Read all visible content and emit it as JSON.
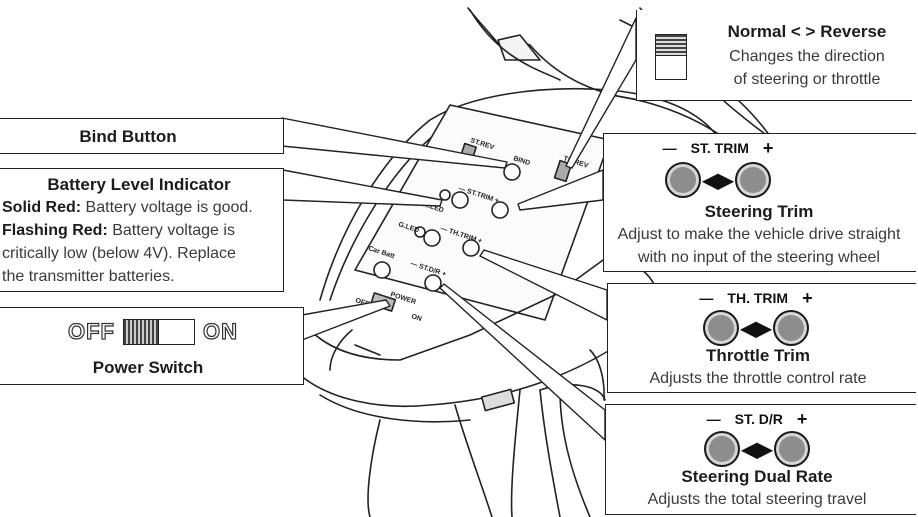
{
  "colors": {
    "ink": "#222222",
    "button_fill": "#8d8d8d",
    "box_bg": "#ffffff"
  },
  "normal_reverse": {
    "title": "Normal < > Reverse",
    "line1": "Changes the direction",
    "line2": "of steering or throttle",
    "icon": "switch-icon"
  },
  "bind": {
    "title": "Bind Button"
  },
  "battery": {
    "title": "Battery Level Indicator",
    "solid_label": "Solid Red:",
    "solid_text": " Battery voltage is good.",
    "flash_label": "Flashing Red:",
    "flash_text": " Battery voltage is",
    "line3": "critically low (below 4V). Replace",
    "line4": "the transmitter batteries."
  },
  "power": {
    "off": "OFF",
    "on": "ON",
    "title": "Power Switch",
    "icon": "power-switch-icon"
  },
  "steering_trim": {
    "minus": "—",
    "label": "ST. TRIM",
    "plus": "+",
    "arrows": "◀▶",
    "title": "Steering Trim",
    "line1": "Adjust to make the vehicle drive straight",
    "line2": "with no input of the steering wheel"
  },
  "throttle_trim": {
    "minus": "—",
    "label": "TH. TRIM",
    "plus": "+",
    "arrows": "◀▶",
    "title": "Throttle Trim",
    "line1": "Adjusts the throttle control rate"
  },
  "dual_rate": {
    "minus": "—",
    "label": "ST. D/R",
    "plus": "+",
    "arrows": "◀▶",
    "title": "Steering Dual Rate",
    "line1": "Adjusts the total steering travel"
  },
  "panel_labels": {
    "st_rev": "ST.REV",
    "th_rev": "TH.REV",
    "bind": "BIND",
    "rled": "R.LED",
    "gled": "G.LED",
    "car_batt": "Car Batt",
    "st_trim": "— ST.TRIM +",
    "th_trim": "— TH.TRIM +",
    "st_dr": "— ST.D/R +",
    "off": "OFF",
    "power": "POWER",
    "on": "ON"
  }
}
